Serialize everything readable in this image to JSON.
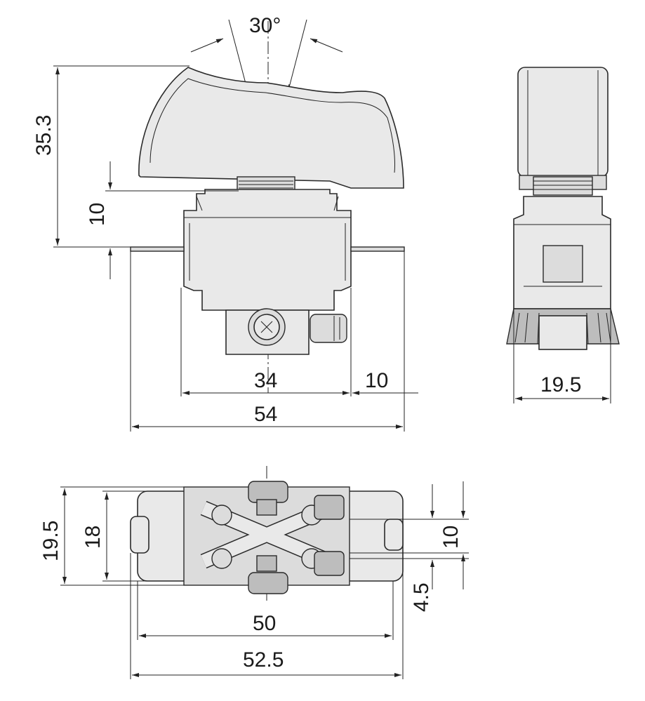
{
  "dimensions": {
    "angle": "30°",
    "overall_height": "35.3",
    "thread_height": "10",
    "body_width": "34",
    "terminal_offset": "10",
    "overall_width": "54",
    "side_width": "19.5",
    "bottom_height_outer": "19.5",
    "bottom_height_inner": "18",
    "bottom_spacing": "10",
    "bottom_small": "4.5",
    "bottom_inner_width": "50",
    "bottom_outer_width": "52.5"
  },
  "colors": {
    "line": "#222222",
    "fill_light": "#e9e9e9",
    "fill_mid": "#dcdcdc"
  }
}
